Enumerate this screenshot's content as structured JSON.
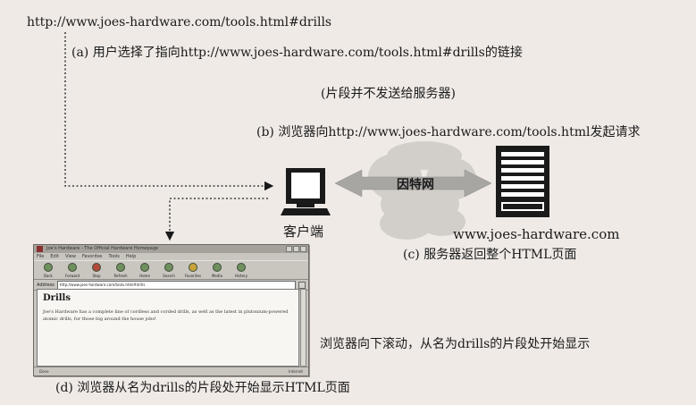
{
  "url_top": "http://www.joes-hardware.com/tools.html#drills",
  "step_a": "(a) 用户选择了指向http://www.joes-hardware.com/tools.html#drills的链接",
  "fragment_note": "(片段并不发送给服务器)",
  "step_b": "(b) 浏览器向http://www.joes-hardware.com/tools.html发起请求",
  "cloud_label": "因特网",
  "client_label": "客户端",
  "server_host": "www.joes-hardware.com",
  "step_c": "(c) 服务器返回整个HTML页面",
  "scroll_note": "浏览器向下滚动，从名为drills的片段处开始显示",
  "step_d": "(d) 浏览器从名为drills的片段处开始显示HTML页面",
  "browser": {
    "title": "Joe's Hardware - The Official Hardware Homepage",
    "menu": [
      "File",
      "Edit",
      "View",
      "Favorites",
      "Tools",
      "Help"
    ],
    "toolbar": [
      "Back",
      "Forward",
      "Stop",
      "Refresh",
      "Home",
      "Search",
      "Favorites",
      "Media",
      "History"
    ],
    "address_label": "Address",
    "address": "http://www.joes-hardware.com/tools.html#drills",
    "heading": "Drills",
    "body": "Joe's Hardware has a complete line of cordless and corded drills, as well as the latest in plutonium-powered atomic drills, for those big around the house jobs!",
    "status_left": "Done",
    "status_right": "Internet"
  },
  "colors": {
    "background": "#efeae6",
    "cloud": "#d2cec9",
    "arrow": "#a8a6a3",
    "ink": "#1a1a1a"
  }
}
